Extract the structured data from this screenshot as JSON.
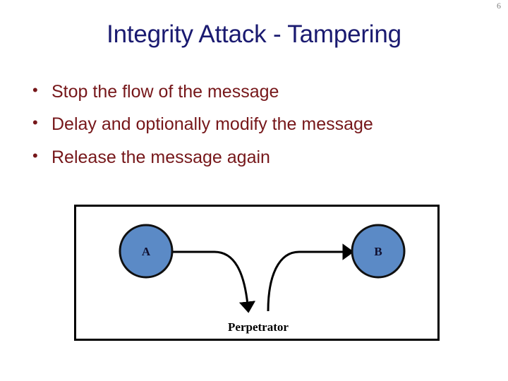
{
  "slide": {
    "page_number": "6",
    "title": "Integrity Attack - Tampering",
    "background_color": "#ffffff",
    "title_color": "#1a1a70",
    "bullet_color": "#76171a",
    "page_number_color": "#808080"
  },
  "bullets": [
    {
      "text": "Stop the flow of the message"
    },
    {
      "text": "Delay and optionally modify the message"
    },
    {
      "text": "Release the message again"
    }
  ],
  "diagram": {
    "border_color": "#000000",
    "node_fill": "#5b8ac6",
    "node_stroke": "#101010",
    "arrow_color": "#000000",
    "nodes": [
      {
        "id": "a",
        "label": "A"
      },
      {
        "id": "b",
        "label": "B"
      }
    ],
    "caption": "Perpetrator"
  }
}
